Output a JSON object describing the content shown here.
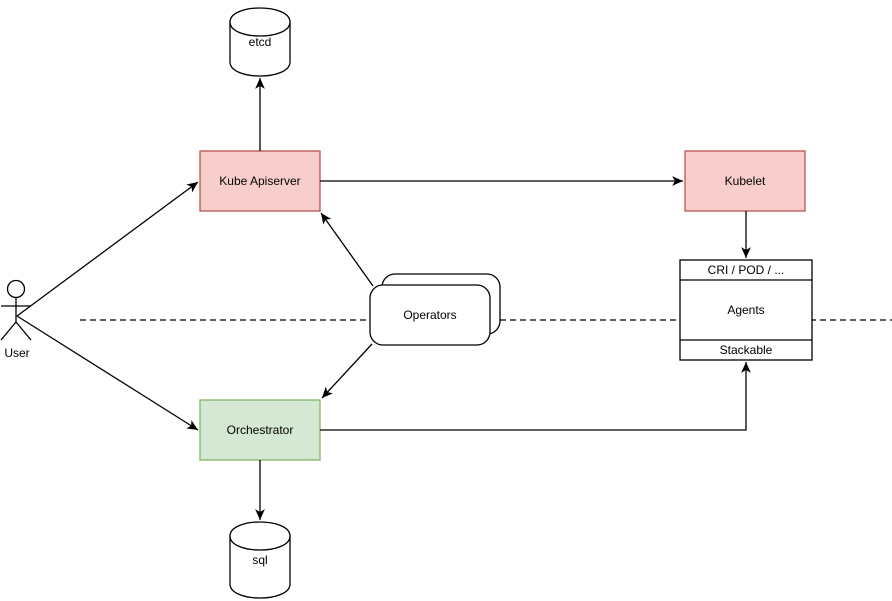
{
  "diagram": {
    "kind": "architecture-flow-diagram",
    "background": "#ffffff",
    "colors": {
      "red_node_fill": "#f8cecc",
      "red_node_stroke": "#b85450",
      "green_node_fill": "#d5e8d4",
      "green_node_stroke": "#82b366",
      "plain_node_fill": "#ffffff",
      "line_color": "#000000"
    },
    "nodes": {
      "etcd": {
        "label": "etcd",
        "shape": "cylinder"
      },
      "kube_apiserver": {
        "label": "Kube Apiserver",
        "shape": "rectangle",
        "color": "red"
      },
      "kubelet": {
        "label": "Kubelet",
        "shape": "rectangle",
        "color": "red"
      },
      "operators": {
        "label": "Operators",
        "shape": "stacked-rounded-rectangle"
      },
      "agents": {
        "header": "CRI / POD / ...",
        "body": "Agents",
        "footer": "Stackable",
        "shape": "partitioned-rectangle"
      },
      "orchestrator": {
        "label": "Orchestrator",
        "shape": "rectangle",
        "color": "green"
      },
      "sql": {
        "label": "sql",
        "shape": "cylinder"
      },
      "user": {
        "label": "User",
        "shape": "actor"
      }
    },
    "edges": [
      {
        "from": "user",
        "to": "kube_apiserver",
        "style": "arrow"
      },
      {
        "from": "user",
        "to": "orchestrator",
        "style": "arrow"
      },
      {
        "from": "kube_apiserver",
        "to": "etcd",
        "style": "arrow"
      },
      {
        "from": "kube_apiserver",
        "to": "kubelet",
        "style": "arrow"
      },
      {
        "from": "kubelet",
        "to": "agents",
        "style": "arrow"
      },
      {
        "from": "operators",
        "to": "kube_apiserver",
        "style": "arrow"
      },
      {
        "from": "operators",
        "to": "orchestrator",
        "style": "arrow"
      },
      {
        "from": "orchestrator",
        "to": "agents",
        "style": "arrow"
      },
      {
        "from": "orchestrator",
        "to": "sql",
        "style": "arrow"
      }
    ],
    "separator": {
      "style": "dashed-horizontal-line"
    }
  }
}
